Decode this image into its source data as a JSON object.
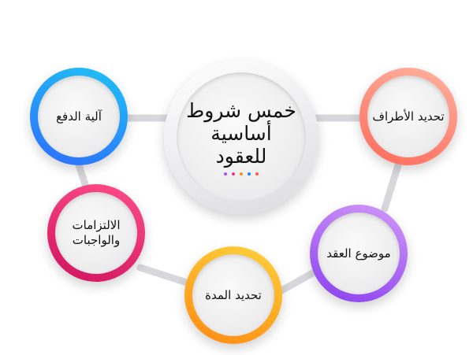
{
  "center": {
    "title": "خمس شروط\nأساسية\nللعقود",
    "dots": [
      "#b14ef5",
      "#f0338a",
      "#ff8a1e",
      "#2f7bff",
      "#ff5a4a"
    ]
  },
  "nodes": [
    {
      "id": "payment",
      "label": "آلية الدفع",
      "color": "#2f8cff",
      "color2": "#1fc4f5"
    },
    {
      "id": "parties",
      "label": "تحديد الأطراف",
      "color": "#ff7a6a",
      "color2": "#ffb3a0"
    },
    {
      "id": "obligations",
      "label": "الالتزامات\nوالواجبات",
      "color": "#e01f6b",
      "color2": "#ff4f8a"
    },
    {
      "id": "subject",
      "label": "موضوع العقد",
      "color": "#9b4ff0",
      "color2": "#c98af8"
    },
    {
      "id": "duration",
      "label": "تحديد المدة",
      "color": "#ff9a1a",
      "color2": "#ffc93a"
    }
  ]
}
